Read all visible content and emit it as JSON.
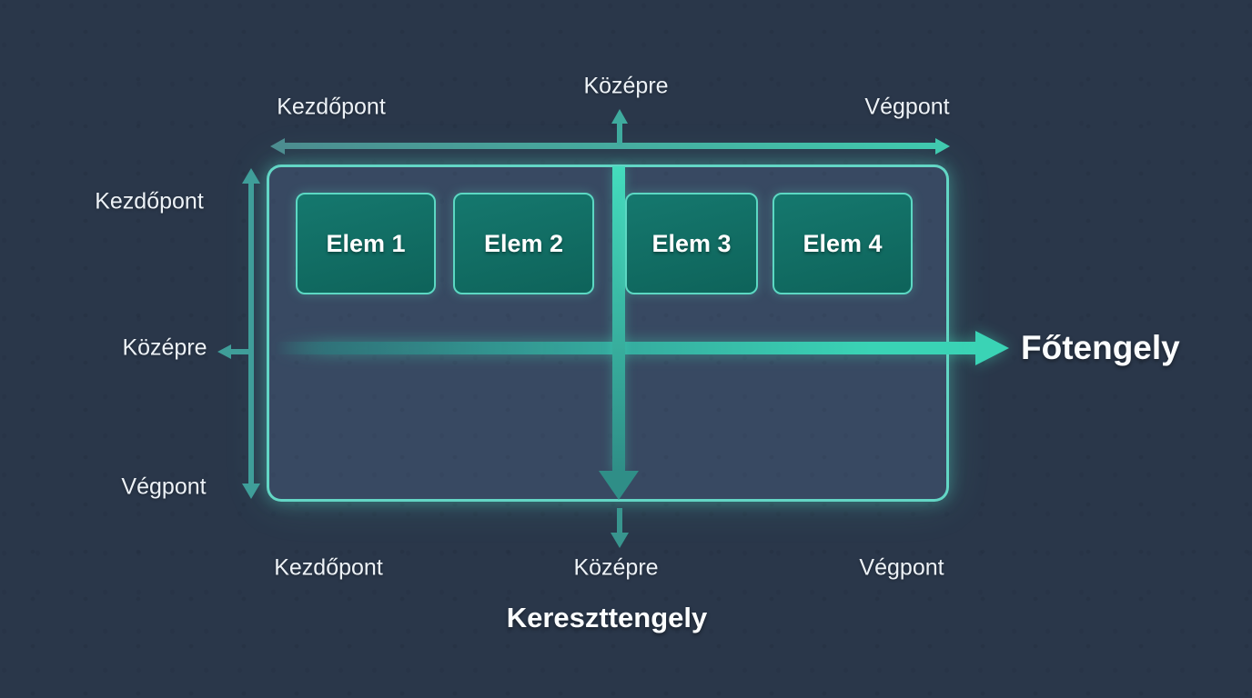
{
  "diagram": {
    "description": "Flexbox axes diagram (Hungarian)",
    "items": [
      {
        "label": "Elem 1"
      },
      {
        "label": "Elem 2"
      },
      {
        "label": "Elem 3"
      },
      {
        "label": "Elem 4"
      }
    ],
    "main_axis": {
      "title": "Főtengely",
      "start_label": "Kezdőpont",
      "center_label": "Középre",
      "end_label": "Végpont"
    },
    "cross_axis": {
      "title": "Kereszttengely",
      "start_label": "Kezdőpont",
      "center_label": "Középre",
      "end_label": "Végpont"
    },
    "bottom_axis": {
      "start_label": "Kezdőpont",
      "center_label": "Középre",
      "end_label": "Végpont"
    },
    "colors": {
      "background": "#2a374a",
      "accent_bright": "#3ad3b5",
      "accent_mid": "#3f9e99",
      "accent_dim": "#2f8e87",
      "container_border": "#66decb",
      "item_fill": "#0f6b62",
      "item_border": "#5cd8c3",
      "text": "#edf2f7"
    }
  }
}
